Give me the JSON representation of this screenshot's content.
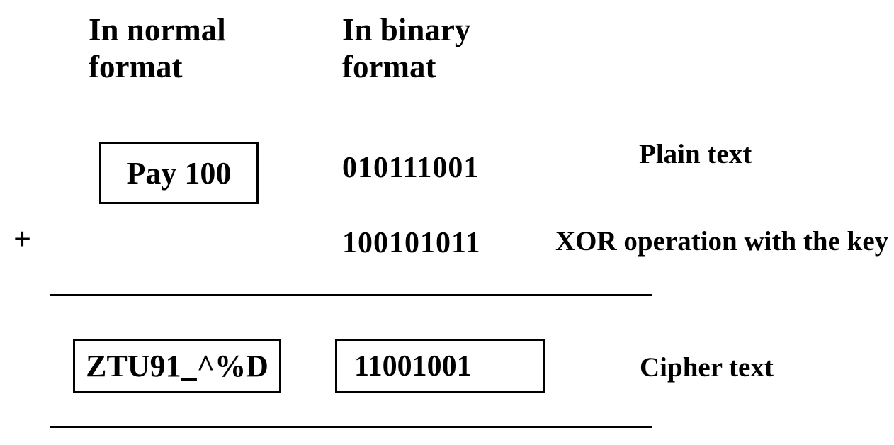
{
  "canvas": {
    "background_color": "#ffffff",
    "text_color": "#000000",
    "border_color": "#000000"
  },
  "headers": {
    "normal": {
      "line1": "In normal",
      "line2": "format"
    },
    "binary": {
      "line1": "In binary",
      "line2": "format"
    }
  },
  "rows": {
    "plain": {
      "normal_text": "Pay 100",
      "binary_text": "010111001",
      "label": "Plain text"
    },
    "key": {
      "operator": "+",
      "binary_text": "100101011",
      "label": "XOR operation with the key"
    },
    "cipher": {
      "normal_text": "ZTU91_^%D",
      "binary_text": "11001001",
      "label": "Cipher text"
    }
  }
}
